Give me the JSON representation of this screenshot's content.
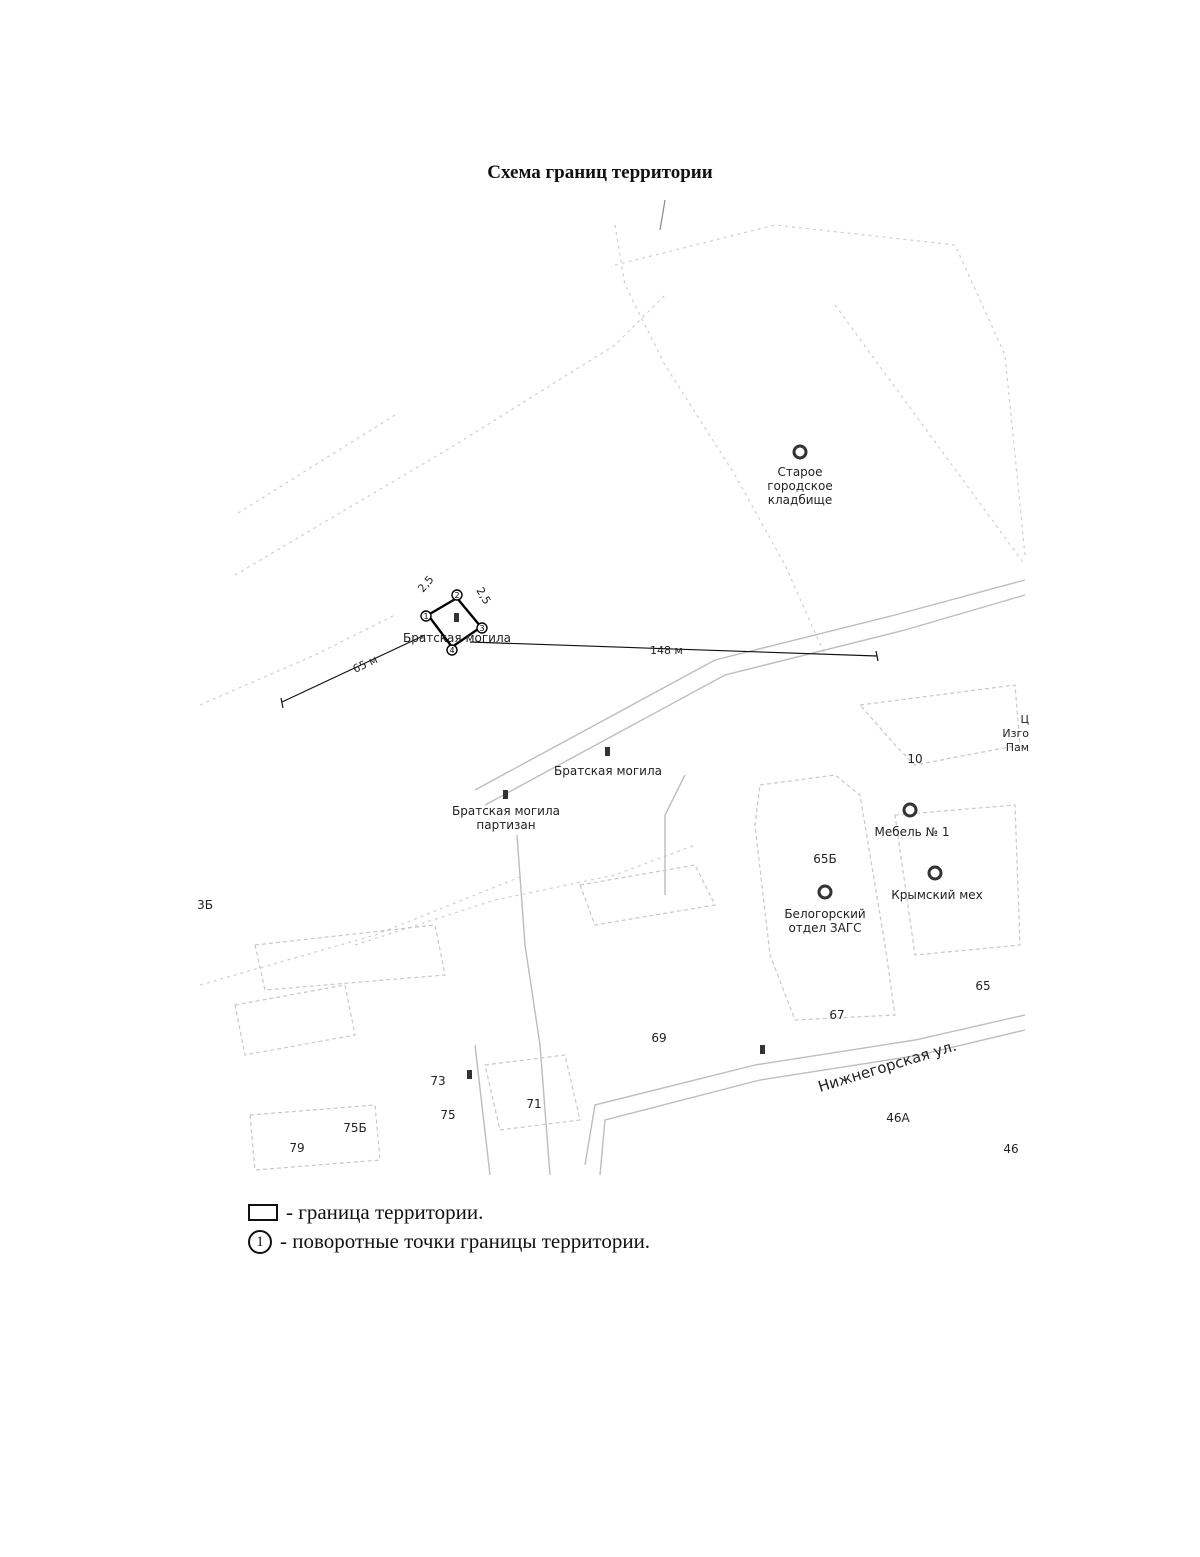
{
  "title": "Схема границ территории",
  "map": {
    "labels": {
      "cemetery": [
        "Старое",
        "городское",
        "кладбище"
      ],
      "grave_main": "Братская могила",
      "grave_2": "Братская могила",
      "grave_partisan": [
        "Братская могила",
        "партизан"
      ],
      "furniture": "Мебель № 1",
      "fur": "Крымский мех",
      "zags": [
        "Белогорский",
        "отдел ЗАГС"
      ],
      "partial_right": [
        "Ц",
        "Изго",
        "Пам"
      ],
      "street": "Нижнегорская ул."
    },
    "house_numbers": {
      "n10": "10",
      "n65b": "65Б",
      "n65": "65",
      "n67": "67",
      "n69": "69",
      "n71": "71",
      "n73": "73",
      "n75": "75",
      "n75b": "75Б",
      "n79": "79",
      "n46a": "46А",
      "n46": "46",
      "n3b": "3Б"
    },
    "dimensions": {
      "d65": "65 м",
      "d148": "148 м",
      "side_a": "2,5",
      "side_b": "2,5"
    },
    "points": {
      "p1": "1",
      "p2": "2",
      "p3": "3",
      "p4": "4"
    }
  },
  "legend": {
    "boundary": "- граница территории.",
    "points_symbol": "1",
    "points": "- поворотные точки границы территории."
  }
}
